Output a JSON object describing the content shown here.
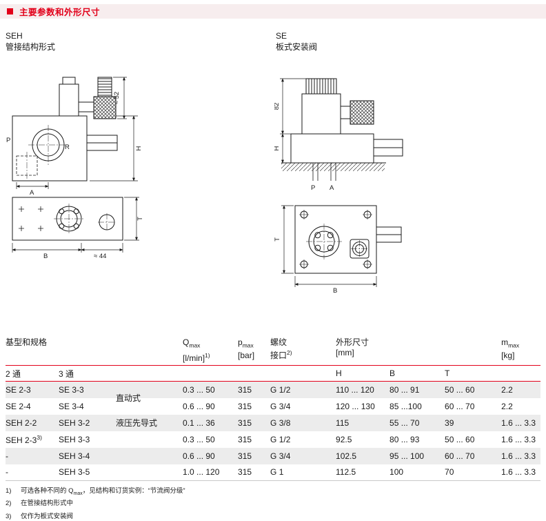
{
  "colors": {
    "accent_red": "#e2001a",
    "row_shade": "#ececec",
    "title_bar_bg": "#f7edee",
    "line": "#1a1a1a"
  },
  "title_bar": {
    "title": "主要参数和外形尺寸"
  },
  "figures": {
    "left": {
      "code": "SEH",
      "caption": "管接结构形式",
      "dims": {
        "s52": "≈ 52",
        "H": "H",
        "P": "P",
        "R": "R",
        "A": "A",
        "B": "B",
        "s44": "≈ 44",
        "T": "T"
      }
    },
    "right": {
      "code": "SE",
      "caption": "板式安装阀",
      "dims": {
        "v82": "82",
        "H": "H",
        "P": "P",
        "A": "A",
        "T": "T",
        "B": "B"
      }
    }
  },
  "table": {
    "group_header": "基型和规格",
    "col_qmax": {
      "sym": "Q",
      "sub": "max",
      "unit": "[l/min]",
      "sup": "1)"
    },
    "col_pmax": {
      "sym": "p",
      "sub": "max",
      "unit": "[bar]"
    },
    "col_thread": {
      "line1": "螺纹",
      "line2": "接口",
      "sup": "2)"
    },
    "col_dims": {
      "label": "外形尺寸",
      "unit": "[mm]"
    },
    "col_mmax": {
      "sym": "m",
      "sub": "max",
      "unit": "[kg]"
    },
    "sub_headers": {
      "two_way": "2 通",
      "three_way": "3 通",
      "h": "H",
      "b": "B",
      "t": "T"
    },
    "type_labels": {
      "direct": "直动式",
      "pilot": "液压先导式"
    },
    "rows": [
      {
        "two": "SE 2-3",
        "three": "SE 3-3",
        "qmax": "0.3 ... 50",
        "pmax": "315",
        "thread": "G 1/2",
        "h": "110 ... 120",
        "b": "80 ... 91",
        "t": "50 ... 60",
        "m": "2.2"
      },
      {
        "two": "SE 2-4",
        "three": "SE 3-4",
        "qmax": "0.6 ... 90",
        "pmax": "315",
        "thread": "G 3/4",
        "h": "120 ... 130",
        "b": "85 ...100",
        "t": "60 ... 70",
        "m": "2.2"
      },
      {
        "two": "SEH 2-2",
        "three": "SEH 3-2",
        "qmax": "0.1 ... 36",
        "pmax": "315",
        "thread": "G 3/8",
        "h": "115",
        "b": "55 ... 70",
        "t": "39",
        "m": "1.6 ... 3.3"
      },
      {
        "two": "SEH 2-3",
        "two_sup": "3)",
        "three": "SEH 3-3",
        "qmax": "0.3 ... 50",
        "pmax": "315",
        "thread": "G 1/2",
        "h": "92.5",
        "b": "80 ... 93",
        "t": "50 ... 60",
        "m": "1.6 ... 3.3"
      },
      {
        "two": "-",
        "three": "SEH 3-4",
        "qmax": "0.6 ... 90",
        "pmax": "315",
        "thread": "G 3/4",
        "h": "102.5",
        "b": "95 ... 100",
        "t": "60 ... 70",
        "m": "1.6 ... 3.3"
      },
      {
        "two": "-",
        "three": "SEH 3-5",
        "qmax": "1.0 ... 120",
        "pmax": "315",
        "thread": "G 1",
        "h": "112.5",
        "b": "100",
        "t": "70",
        "m": "1.6 ... 3.3"
      }
    ]
  },
  "footnotes": [
    {
      "num": "1)",
      "pre": "可选各种不同的 Q",
      "sub": "max",
      "post": "，见结构和订货实例：“节流阀分级”"
    },
    {
      "num": "2)",
      "pre": "在管接结构形式中",
      "sub": "",
      "post": ""
    },
    {
      "num": "3)",
      "pre": "仅作为板式安装阀",
      "sub": "",
      "post": ""
    }
  ]
}
